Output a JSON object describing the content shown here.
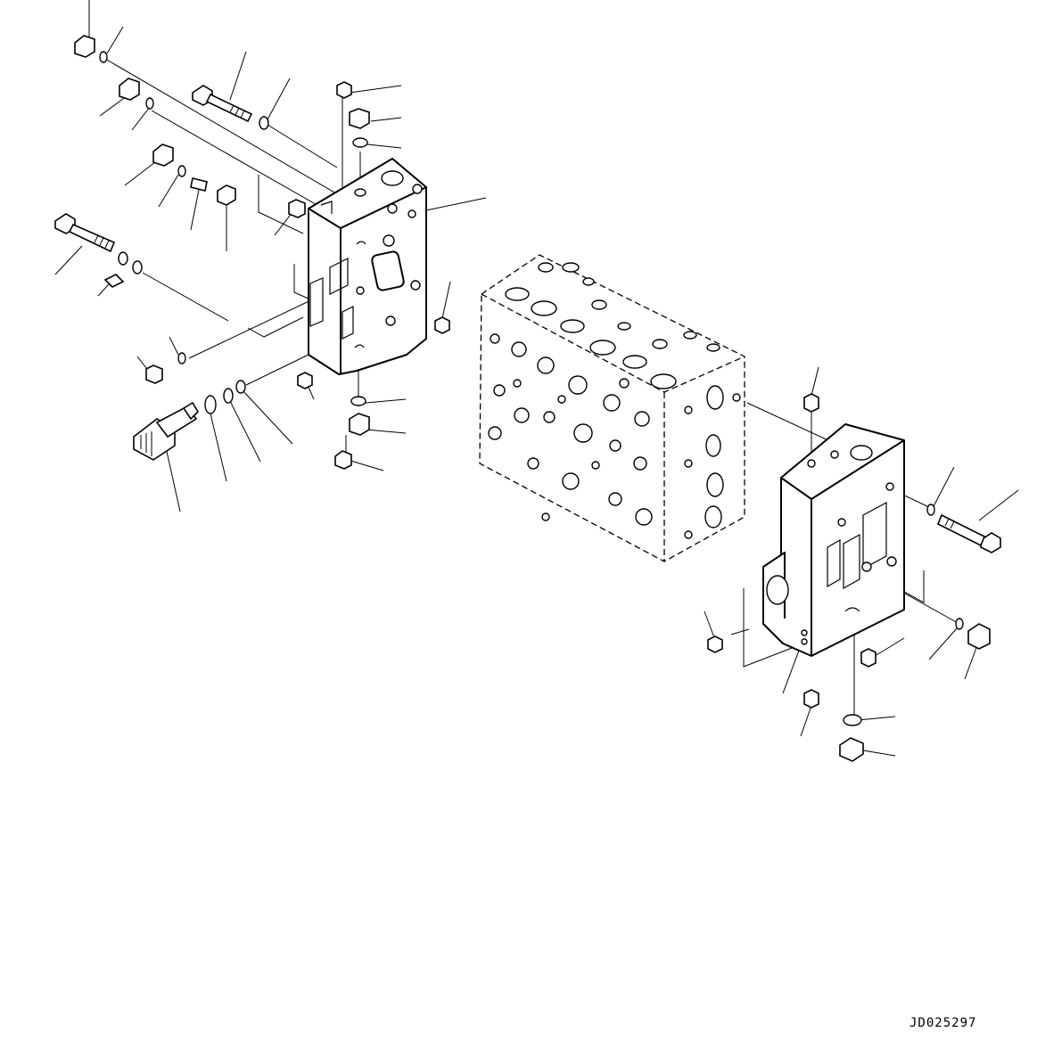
{
  "drawing_code": "JD025297",
  "colors": {
    "line": "#000000",
    "background": "#ffffff"
  },
  "components": [
    "valve-section-left",
    "valve-block-center-dashed",
    "valve-section-right",
    "solenoid-valve",
    "bolts",
    "plugs",
    "o-rings",
    "washers"
  ]
}
